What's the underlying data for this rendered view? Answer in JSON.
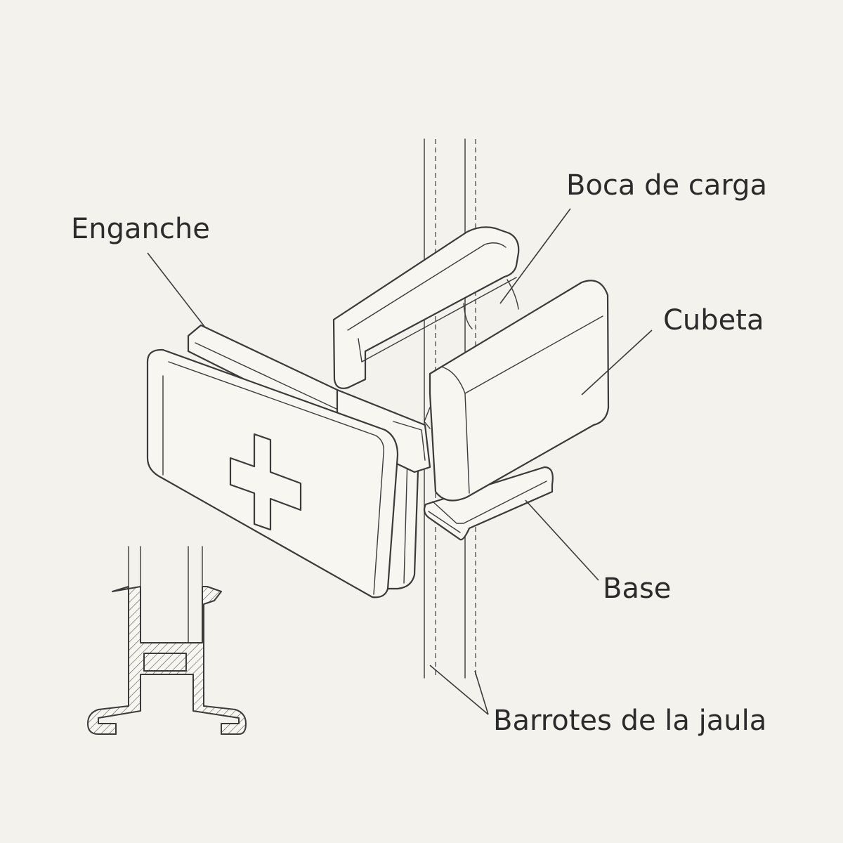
{
  "labels": {
    "boca_de_carga": "Boca de carga",
    "enganche": "Enganche",
    "cubeta": "Cubeta",
    "base": "Base",
    "barrotes": "Barrotes de la jaula"
  },
  "icons": {
    "enganche_mark": "plus-icon"
  }
}
